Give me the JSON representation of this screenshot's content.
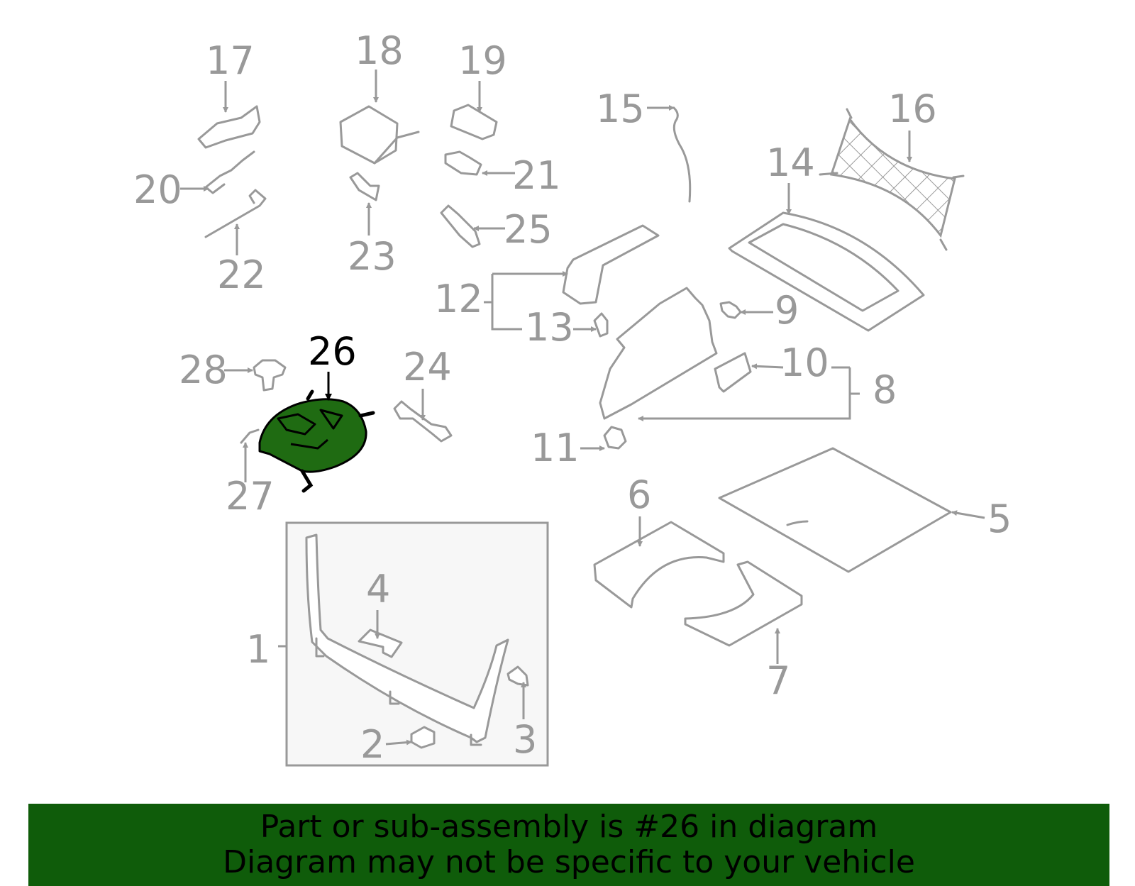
{
  "callouts": [
    "1",
    "2",
    "3",
    "4",
    "5",
    "6",
    "7",
    "8",
    "9",
    "10",
    "11",
    "12",
    "13",
    "14",
    "15",
    "16",
    "17",
    "18",
    "19",
    "20",
    "21",
    "22",
    "23",
    "24",
    "25",
    "26",
    "27",
    "28"
  ],
  "highlighted_part": "26",
  "banner": {
    "line1": "Part or sub-assembly is #26 in diagram",
    "line2": "Diagram may not be specific to your vehicle"
  },
  "colors": {
    "line_art": "#999999",
    "highlight_fill": "#1f6b12",
    "banner_bg": "#0f5c0a",
    "highlight_text": "#000000"
  }
}
